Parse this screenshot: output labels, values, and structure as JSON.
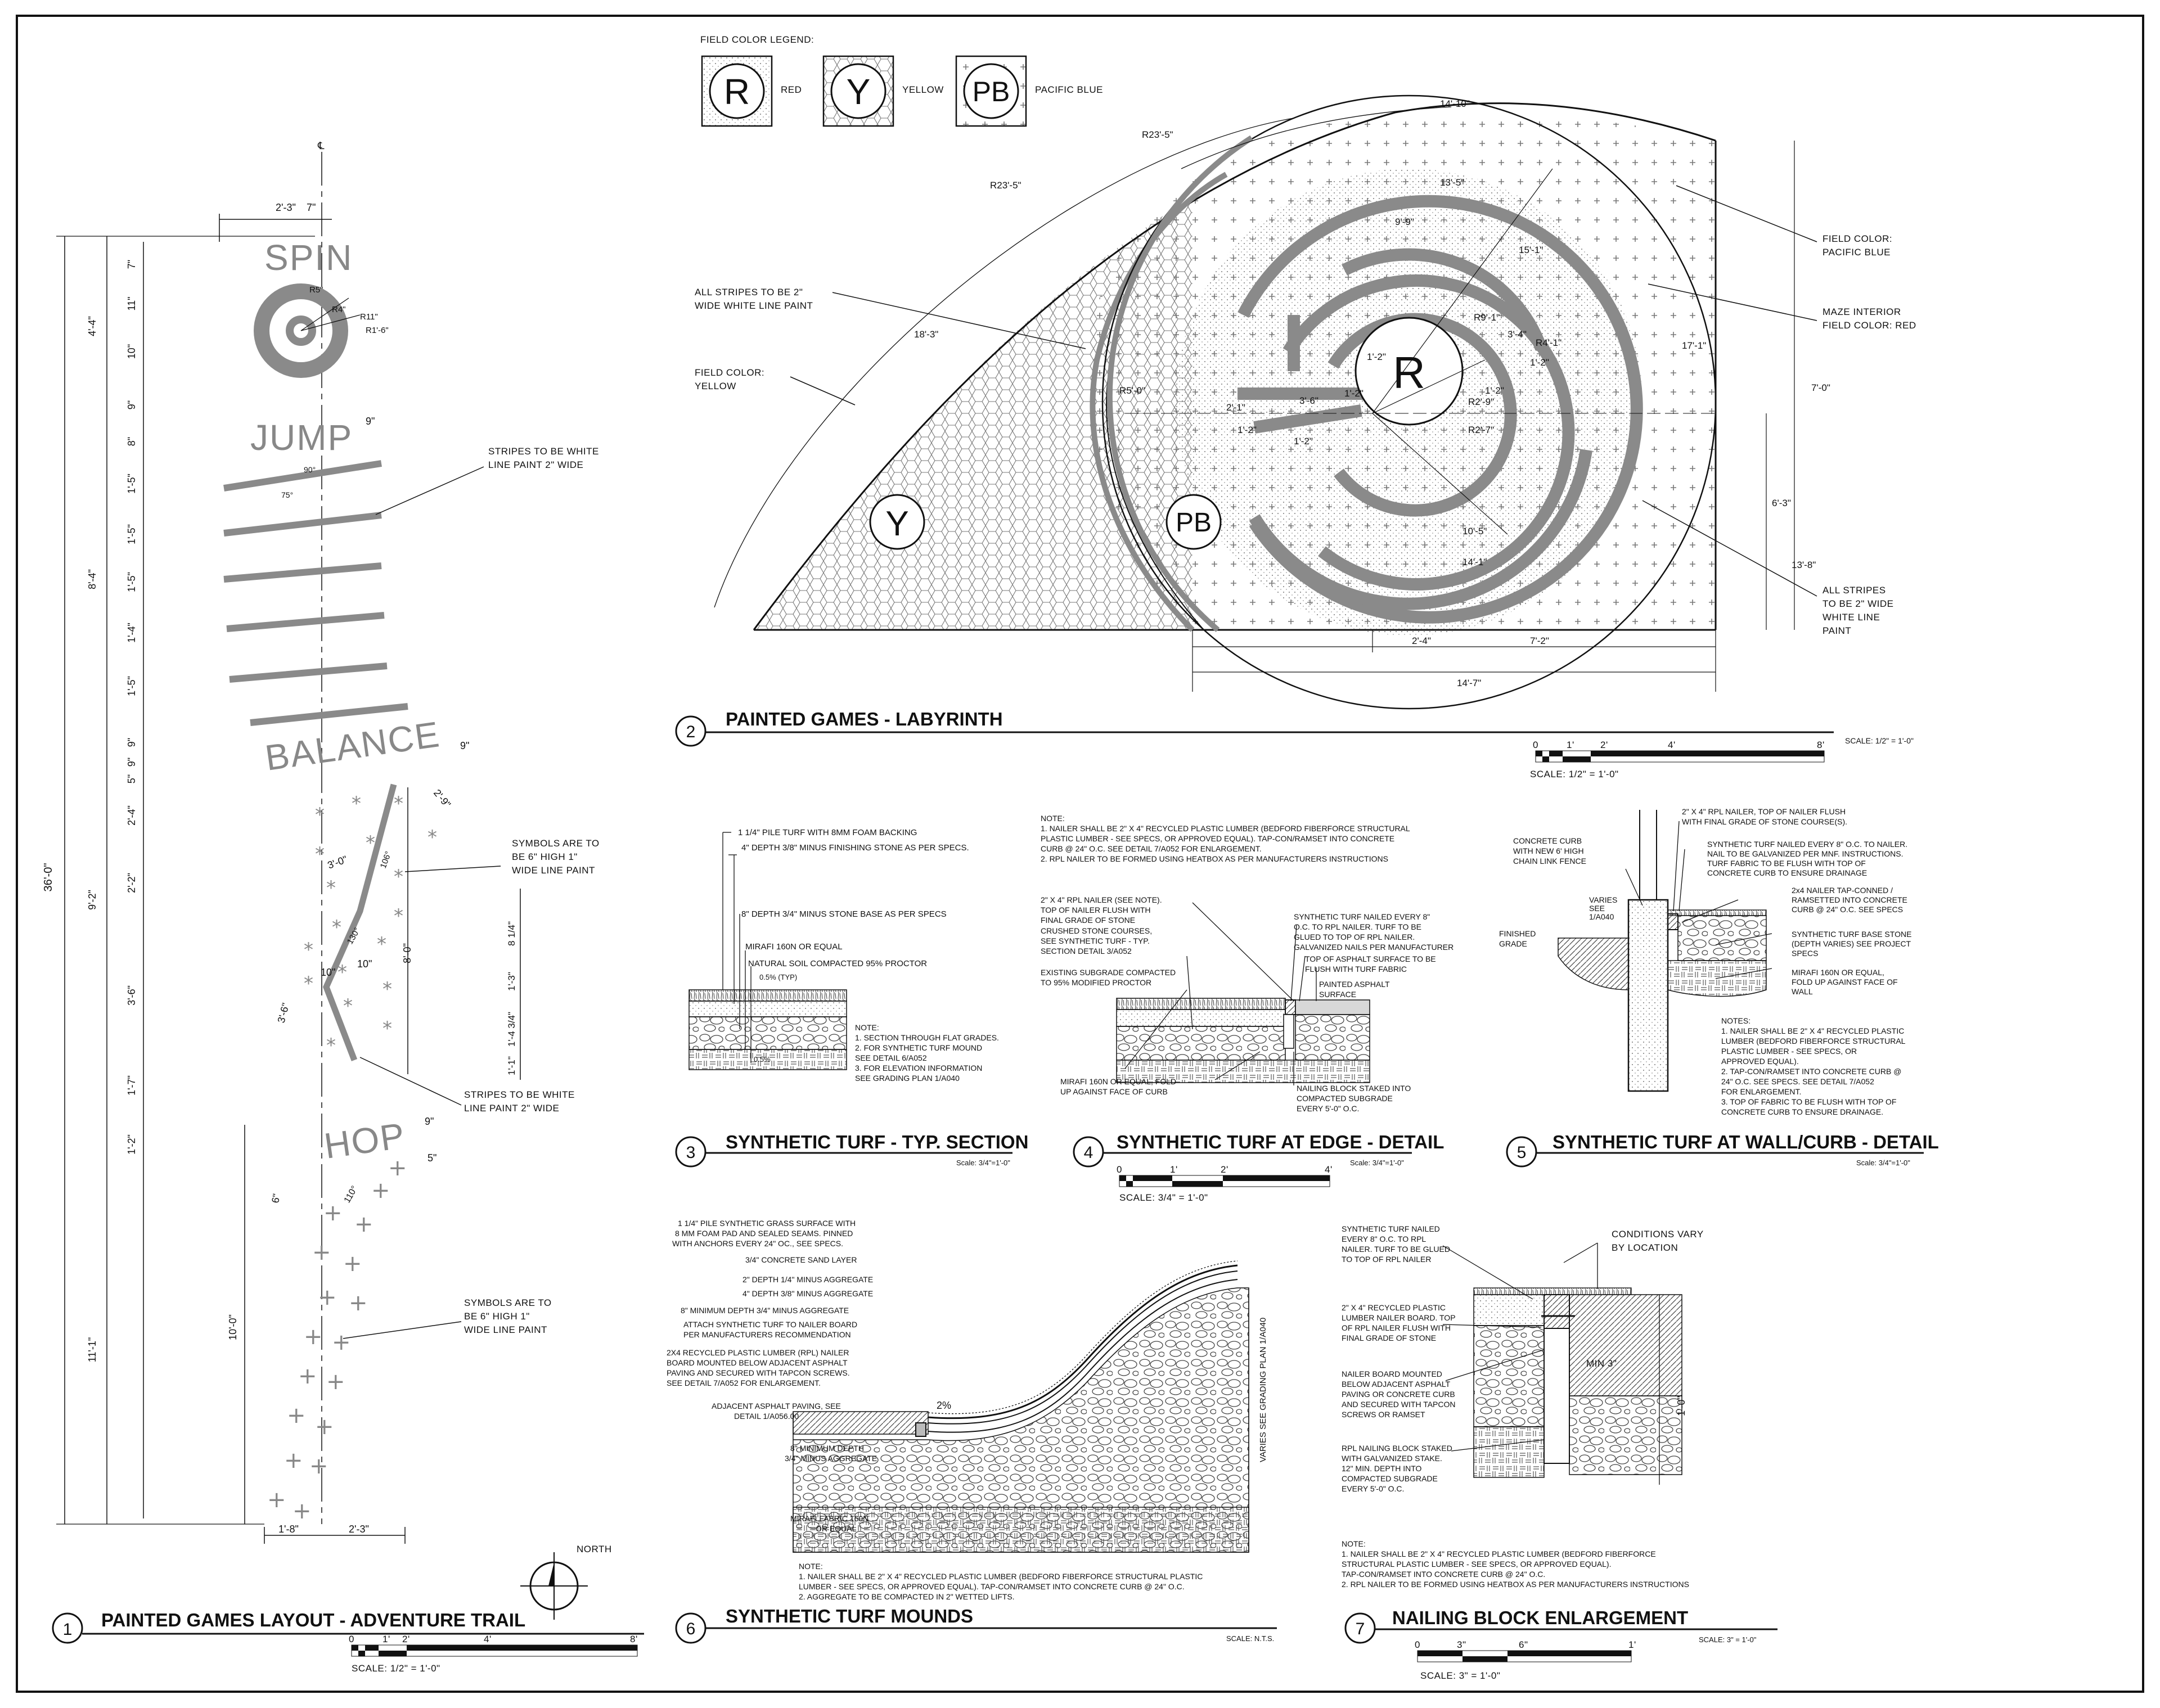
{
  "sheet": {
    "legend": {
      "heading": "FIELD COLOR LEGEND:",
      "items": [
        {
          "symbol": "R",
          "label": "RED"
        },
        {
          "symbol": "Y",
          "label": "YELLOW"
        },
        {
          "symbol": "PB",
          "label": "PACIFIC BLUE"
        }
      ]
    },
    "d1": {
      "number": "1",
      "title": "PAINTED GAMES LAYOUT - ADVENTURE TRAIL",
      "scale": "SCALE: 1/2\" = 1'-0\"",
      "scale_ticks": [
        "0",
        "1'",
        "2'",
        "4'",
        "8'"
      ],
      "stations": [
        "SPIN",
        "JUMP",
        "BALANCE",
        "HOP"
      ],
      "centerline": "℄",
      "north": "NORTH",
      "notes": {
        "stripes1": [
          "STRIPES TO BE WHITE",
          "LINE PAINT 2\" WIDE"
        ],
        "symbols1": [
          "SYMBOLS ARE TO",
          "BE 6\" HIGH 1\"",
          "WIDE LINE PAINT"
        ],
        "stripes2": [
          "STRIPES TO BE WHITE",
          "LINE PAINT 2\" WIDE"
        ],
        "symbols2": [
          "SYMBOLS ARE TO",
          "BE 6\" HIGH 1\"",
          "WIDE LINE PAINT"
        ]
      },
      "dims_left_outer": [
        "36'-0\""
      ],
      "dims_left_mid": [
        "4'-4\"",
        "8'-4\"",
        "9'-2\"",
        "11'-1\""
      ],
      "dims_left_inner": [
        "7\"",
        "11\"",
        "10\"",
        "9\"",
        "8\"",
        "1'-5\"",
        "1'-5\"",
        "1'-5\"",
        "1'-4\"",
        "1'-5\"",
        "9\"",
        "9\"",
        "5\"",
        "2'-4\"",
        "2'-2\"",
        "3'-6\"",
        "1'-7\"",
        "1'-2\"",
        "10'-0\""
      ],
      "dims_other": [
        "2'-3\"",
        "7\"",
        "9\"",
        "R5\"",
        "R4\"",
        "R11\"",
        "R1'-6\"",
        "9\"",
        "90°",
        "75°",
        "9\"",
        "2'-9\"",
        "3'-0\"",
        "106°",
        "130°",
        "10\"",
        "10\"",
        "8'-0\"",
        "3'-6\"",
        "8 1/4\"",
        "1'-3\"",
        "1'-4 3/4\"",
        "1'-1\"",
        "9\"",
        "5\"",
        "6\"",
        "110°",
        "1'-8\"",
        "2'-3\""
      ]
    },
    "d2": {
      "number": "2",
      "title": "PAINTED GAMES - LABYRINTH",
      "scale": "SCALE: 1/2\" = 1'-0\"",
      "scale_small": "SCALE: 1/2\" = 1'-0\"",
      "scale_ticks": [
        "0",
        "1'",
        "2'",
        "4'",
        "8'"
      ],
      "labels": [
        "R",
        "Y",
        "PB"
      ],
      "notes": {
        "stripes_top": [
          "ALL STRIPES TO BE 2\"",
          "WIDE WHITE LINE PAINT"
        ],
        "yellow": [
          "FIELD COLOR:",
          "YELLOW"
        ],
        "blue": [
          "FIELD COLOR:",
          "PACIFIC BLUE"
        ],
        "maze": [
          "MAZE INTERIOR",
          "FIELD COLOR: RED"
        ],
        "stripes_right": [
          "ALL STRIPES",
          "TO BE 2\" WIDE",
          "WHITE LINE",
          "PAINT"
        ]
      },
      "dims": [
        "14'-10\"",
        "R23'-5\"",
        "R23'-5\"",
        "18'-3\"",
        "13'-5\"",
        "9'-9\"",
        "15'-1\"",
        "R9'-1\"",
        "R4'-1\"",
        "1'-2\"",
        "1'-2\"",
        "3'-6\"",
        "R5'-0\"",
        "2'-1\"",
        "1'-2\"",
        "1'-2\"",
        "R2'-9\"",
        "R2'-7\"",
        "1'-2\"",
        "1'-2\"",
        "17'-1\"",
        "10'-5\"",
        "14'-1\"",
        "3'-4\"",
        "13'-8\"",
        "7'-0\"",
        "6'-3\"",
        "2'-4\"",
        "7'-2\"",
        "14'-7\""
      ]
    },
    "d3": {
      "number": "3",
      "title": "SYNTHETIC TURF - TYP. SECTION",
      "scale": "Scale: 3/4\"=1'-0\"",
      "callouts": [
        "1 1/4\" PILE TURF WITH 8MM FOAM BACKING",
        "4\" DEPTH 3/8\" MINUS FINISHING STONE AS PER SPECS.",
        "8\" DEPTH 3/4\" MINUS STONE BASE AS PER SPECS",
        "MIRAFI 160N OR EQUAL",
        "NATURAL SOIL COMPACTED 95% PROCTOR"
      ],
      "slope": [
        "0.5% (TYP)",
        "0.5%"
      ],
      "notes": [
        "NOTE:",
        "1.   SECTION THROUGH FLAT GRADES.",
        "2.   FOR SYNTHETIC TURF MOUND",
        "SEE DETAIL 6/A052",
        "3.   FOR ELEVATION INFORMATION",
        "SEE GRADING PLAN 1/A040"
      ]
    },
    "d4": {
      "number": "4",
      "title": "SYNTHETIC TURF AT EDGE - DETAIL",
      "scale": "Scale: 3/4\"=1'-0\"",
      "scale_bar": "SCALE: 3/4\" = 1'-0\"",
      "scale_ticks": [
        "0",
        "1'",
        "2'",
        "4'"
      ],
      "top_notes": [
        "NOTE:",
        "1.   NAILER SHALL BE 2\" X 4\" RECYCLED PLASTIC LUMBER (BEDFORD FIBERFORCE STRUCTURAL",
        "PLASTIC LUMBER - SEE SPECS, OR APPROVED EQUAL). TAP-CON/RAMSET INTO CONCRETE",
        "CURB @ 24\" O.C. SEE DETAIL 7/A052 FOR ENLARGEMENT.",
        "2.   RPL NAILER TO BE FORMED USING HEATBOX AS PER MANUFACTURERS INSTRUCTIONS"
      ],
      "callouts_left": [
        "2\" X 4\" RPL NAILER (SEE NOTE).",
        "TOP OF NAILER FLUSH WITH",
        "FINAL GRADE OF STONE",
        "CRUSHED STONE COURSES,",
        "SEE SYNTHETIC TURF - TYP.",
        "SECTION DETAIL 3/A052",
        "EXISTING SUBGRADE COMPACTED",
        "TO 95% MODIFIED PROCTOR",
        "MIRAFI 160N OR EQUAL, FOLD",
        "UP AGAINST FACE OF CURB"
      ],
      "callouts_right": [
        "SYNTHETIC TURF NAILED EVERY 8\"",
        "O.C. TO RPL NAILER. TURF TO BE",
        "GLUED TO TOP OF RPL NAILER.",
        "GALVANIZED NAILS PER MANUFACTURER",
        "TOP OF ASPHALT SURFACE TO BE",
        "FLUSH WITH TURF FABRIC",
        "PAINTED ASPHALT",
        "SURFACE",
        "NAILING BLOCK STAKED INTO",
        "COMPACTED SUBGRADE",
        "EVERY 5'-0\" O.C."
      ]
    },
    "d5": {
      "number": "5",
      "title": "SYNTHETIC TURF AT WALL/CURB - DETAIL",
      "scale": "Scale: 3/4\"=1'-0\"",
      "callouts_left": [
        "CONCRETE CURB",
        "WITH NEW 6' HIGH",
        "CHAIN LINK FENCE",
        "FINISHED",
        "GRADE",
        "VARIES",
        "SEE",
        "1/A040"
      ],
      "callouts_right": [
        "2\" X 4\" RPL NAILER, TOP OF NAILER FLUSH",
        "WITH FINAL GRADE OF STONE COURSE(S).",
        "SYNTHETIC TURF NAILED EVERY 8\" O.C. TO NAILER.",
        "NAIL TO BE GALVANIZED PER MNF. INSTRUCTIONS.",
        "TURF FABRIC TO BE FLUSH WITH TOP OF",
        "CONCRETE CURB TO ENSURE DRAINAGE",
        "2x4 NAILER TAP-CONNED /",
        "RAMSETTED INTO CONCRETE",
        "CURB @ 24\" O.C. SEE SPECS",
        "SYNTHETIC TURF BASE STONE",
        "(DEPTH VARIES) SEE PROJECT",
        "SPECS",
        "MIRAFI 160N OR EQUAL,",
        "FOLD UP AGAINST FACE OF",
        "WALL"
      ],
      "notes": [
        "NOTES:",
        "1.   NAILER SHALL BE 2\" X 4\" RECYCLED PLASTIC",
        "LUMBER (BEDFORD FIBERFORCE STRUCTURAL",
        "PLASTIC LUMBER - SEE SPECS, OR",
        "APPROVED EQUAL).",
        "2.   TAP-CON/RAMSET INTO CONCRETE CURB @",
        "24\" O.C. SEE SPECS. SEE DETAIL 7/A052",
        "FOR ENLARGEMENT.",
        "3.   TOP OF FABRIC TO BE FLUSH WITH TOP OF",
        "CONCRETE CURB TO ENSURE DRAINAGE."
      ]
    },
    "d6": {
      "number": "6",
      "title": "SYNTHETIC TURF MOUNDS",
      "scale": "SCALE: N.T.S.",
      "callouts": [
        "1 1/4\" PILE SYNTHETIC GRASS SURFACE WITH",
        "8 MM FOAM PAD AND SEALED SEAMS. PINNED",
        "WITH ANCHORS EVERY 24\" OC., SEE SPECS.",
        "3/4\" CONCRETE SAND LAYER",
        "2\" DEPTH 1/4\" MINUS AGGREGATE",
        "4\" DEPTH 3/8\" MINUS AGGREGATE",
        "8\" MINIMUM DEPTH 3/4\" MINUS AGGREGATE",
        "ATTACH SYNTHETIC TURF TO NAILER BOARD",
        "PER MANUFACTURERS RECOMMENDATION",
        "2X4 RECYCLED PLASTIC LUMBER (RPL) NAILER",
        "BOARD MOUNTED BELOW ADJACENT ASPHALT",
        "PAVING AND SECURED WITH TAPCON SCREWS.",
        "SEE DETAIL 7/A052 FOR ENLARGEMENT.",
        "ADJACENT ASPHALT PAVING, SEE",
        "DETAIL 1/A056.00",
        "8\" MINIMUM DEPTH",
        "3/4\" MINUS AGGREGATE",
        "MIRAFI FABRIC 160N",
        "OR EQUAL"
      ],
      "slope": "2%",
      "varies": "VARIES SEE GRADING PLAN 1/A040",
      "notes": [
        "NOTE:",
        "1.   NAILER SHALL BE 2\" X 4\" RECYCLED PLASTIC LUMBER (BEDFORD FIBERFORCE STRUCTURAL PLASTIC",
        "LUMBER - SEE SPECS, OR APPROVED EQUAL). TAP-CON/RAMSET INTO CONCRETE CURB @ 24\" O.C.",
        "2.   AGGREGATE TO BE COMPACTED IN 2\" WETTED LIFTS."
      ]
    },
    "d7": {
      "number": "7",
      "title": "NAILING BLOCK ENLARGEMENT",
      "scale": "SCALE: 3\" = 1'-0\"",
      "scale_bar": "SCALE: 3\" = 1'-0\"",
      "scale_ticks": [
        "0",
        "3\"",
        "6\"",
        "1'"
      ],
      "callouts_left": [
        "SYNTHETIC TURF NAILED",
        "EVERY 8\" O.C. TO RPL",
        "NAILER. TURF TO BE GLUED",
        "TO TOP OF RPL NAILER",
        "2\" X 4\" RECYCLED PLASTIC",
        "LUMBER NAILER BOARD. TOP",
        "OF RPL NAILER FLUSH WITH",
        "FINAL GRADE OF STONE",
        "NAILER BOARD MOUNTED",
        "BELOW ADJACENT ASPHALT",
        "PAVING OR CONCRETE CURB",
        "AND SECURED WITH TAPCON",
        "SCREWS OR RAMSET",
        "RPL NAILING BLOCK STAKED",
        "WITH GALVANIZED STAKE.",
        "12\" MIN. DEPTH INTO",
        "COMPACTED SUBGRADE",
        "EVERY 5'-0\" O.C."
      ],
      "callouts_right": [
        "CONDITIONS VARY",
        "BY LOCATION"
      ],
      "dims": [
        "MIN 3\"",
        "1'-0\""
      ],
      "notes": [
        "NOTE:",
        "1.   NAILER SHALL BE 2\" X 4\" RECYCLED PLASTIC LUMBER (BEDFORD FIBERFORCE",
        "STRUCTURAL PLASTIC LUMBER - SEE SPECS, OR APPROVED EQUAL).",
        "TAP-CON/RAMSET INTO CONCRETE CURB @ 24\" O.C.",
        "2.   RPL NAILER TO BE FORMED USING HEATBOX AS PER MANUFACTURERS INSTRUCTIONS"
      ]
    }
  }
}
